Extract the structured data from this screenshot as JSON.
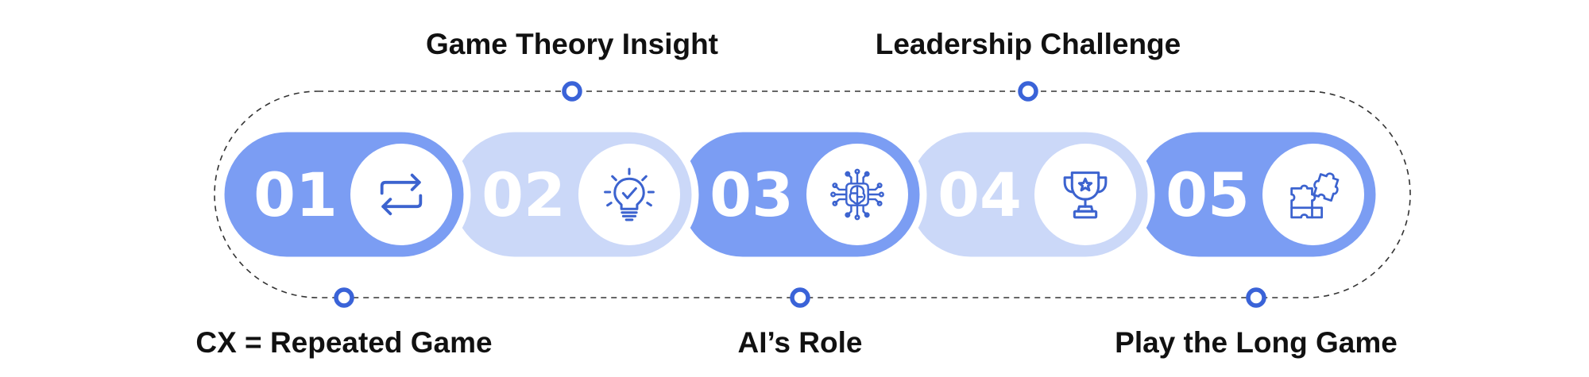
{
  "colors": {
    "dark": "#7b9df3",
    "light": "#cbd8f8",
    "accent": "#3a63d8",
    "icon": "#3c63cf",
    "text": "#111111",
    "path": "#333333"
  },
  "steps": [
    {
      "number": "01",
      "label": "CX = Repeated Game",
      "icon": "repeat-arrows-icon",
      "shade": "dark",
      "label_side": "bottom"
    },
    {
      "number": "02",
      "label": "Game Theory Insight",
      "icon": "lightbulb-check-icon",
      "shade": "light",
      "label_side": "top"
    },
    {
      "number": "03",
      "label": "AI’s Role",
      "icon": "ai-brain-circuit-icon",
      "shade": "dark",
      "label_side": "bottom"
    },
    {
      "number": "04",
      "label": "Leadership Challenge",
      "icon": "trophy-star-icon",
      "shade": "light",
      "label_side": "top"
    },
    {
      "number": "05",
      "label": "Play the Long Game",
      "icon": "puzzle-pieces-icon",
      "shade": "dark",
      "label_side": "bottom"
    }
  ]
}
